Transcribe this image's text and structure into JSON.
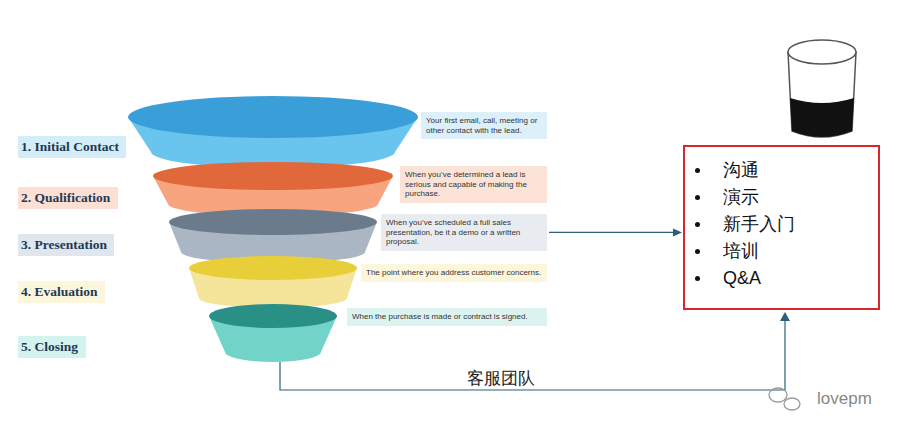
{
  "diagram": {
    "nodes": [
      {
        "text": [
          "1. Initial Contact"
        ]
      },
      {
        "text": [
          "Your first email, call, meeting or other contact with the lead."
        ]
      },
      {
        "text": [
          "2. Qualification"
        ]
      },
      {
        "text": [
          "When you’ve determined a lead is serious and capable of making the purchase."
        ]
      },
      {
        "text": [
          "3. Presentation"
        ]
      },
      {
        "text": [
          "When you’ve scheduled a full sales presentation, be it a demo or a written proposal."
        ]
      },
      {
        "text": [
          "4. Evaluation"
        ]
      },
      {
        "text": [
          "The point where you address customer concerns."
        ]
      },
      {
        "text": [
          "5. Closing"
        ]
      },
      {
        "text": [
          "When the purchase is made or contract is signed."
        ]
      },
      {
        "text": [
          "沟通",
          "演示",
          "新手入门",
          "培训",
          "Q&A"
        ]
      }
    ],
    "edges": [
      {
        "from": 5,
        "to": 10,
        "arrow": "to"
      }
    ],
    "labels": [
      "客服团队",
      "lovepm"
    ]
  }
}
